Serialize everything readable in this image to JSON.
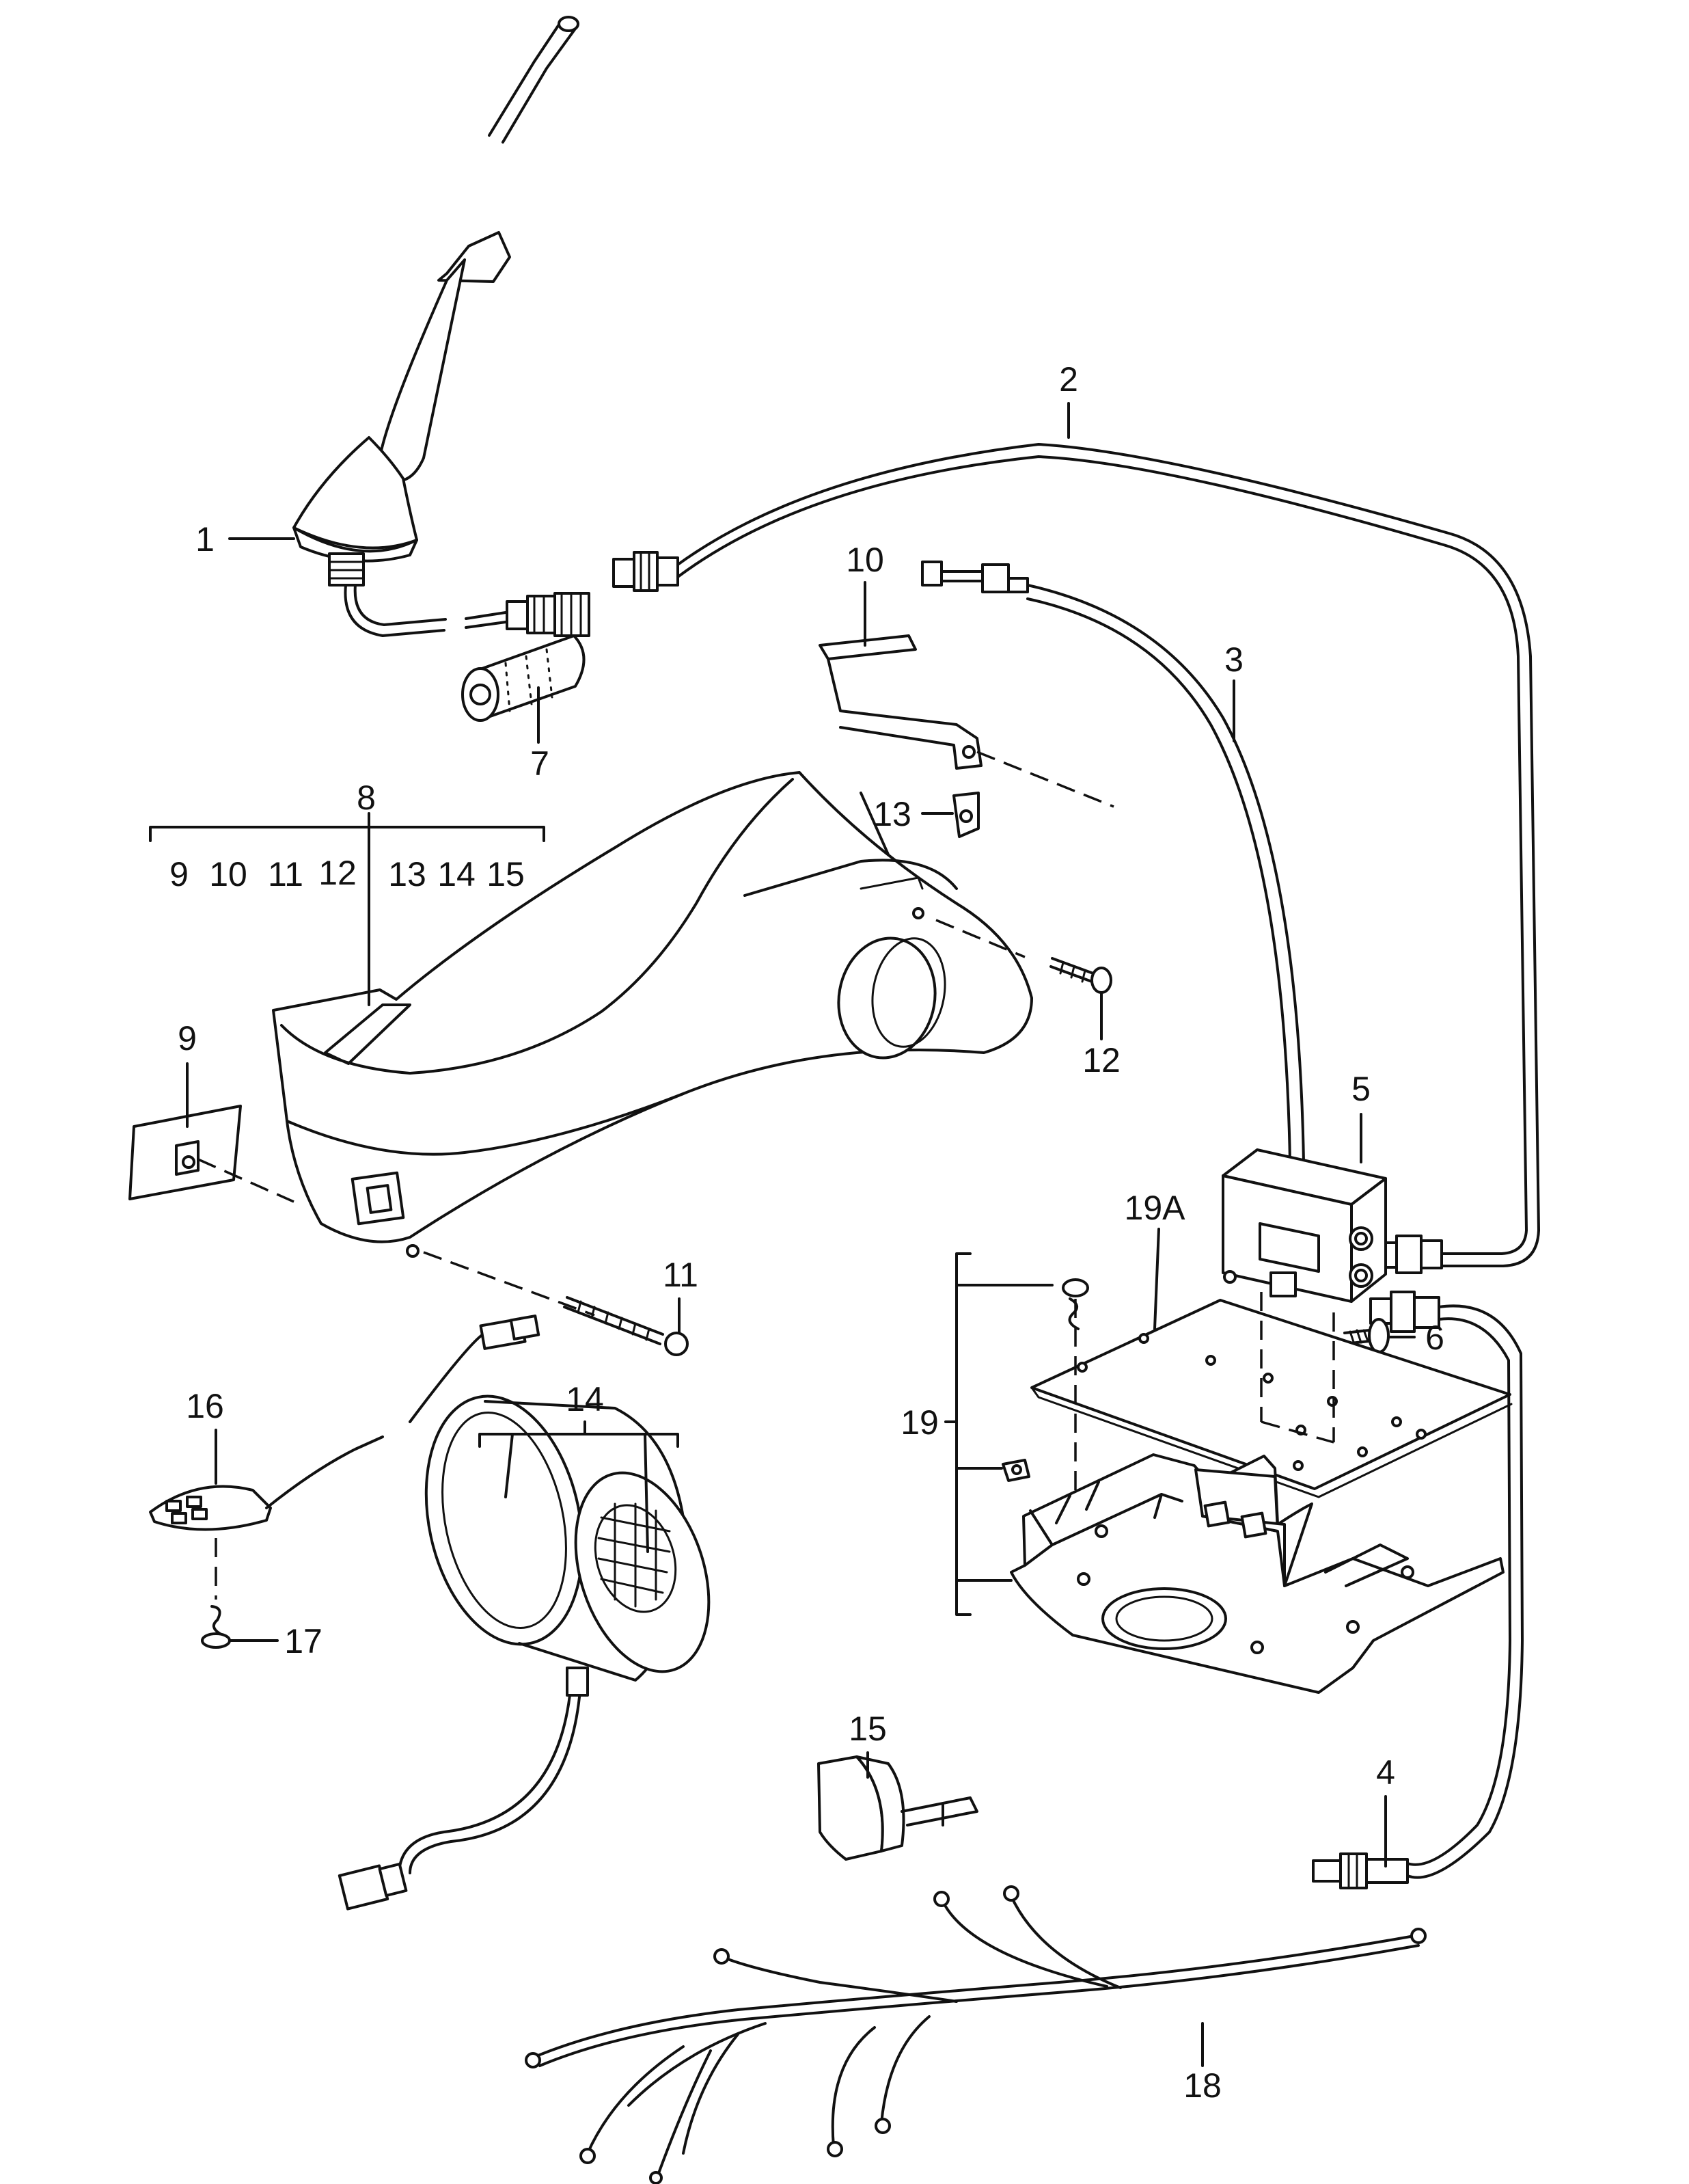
{
  "callouts": {
    "c1": "1",
    "c2": "2",
    "c3": "3",
    "c4": "4",
    "c5": "5",
    "c6": "6",
    "c7": "7",
    "c8": "8",
    "c9": "9",
    "c10": "10",
    "c11": "11",
    "c12": "12",
    "c13": "13",
    "c14": "14",
    "c15": "15",
    "c16": "16",
    "c17": "17",
    "c18": "18",
    "c19": "19",
    "c19a": "19A"
  },
  "group8": {
    "label": "8",
    "items": [
      "9",
      "10",
      "11",
      "12",
      "13",
      "14",
      "15"
    ]
  }
}
